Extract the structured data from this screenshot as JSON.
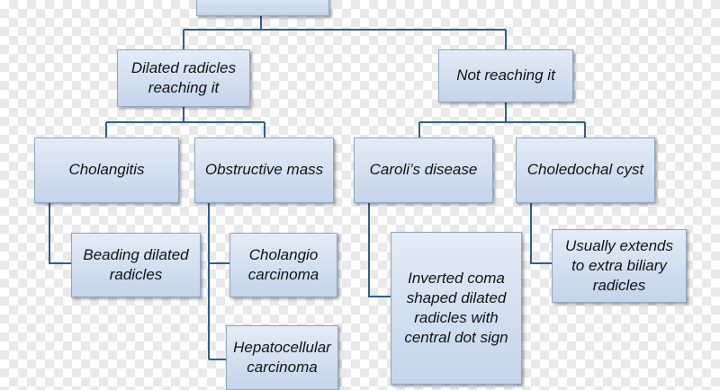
{
  "diagram": {
    "line_color": "#2f5f8a",
    "box_fill_top": "#e4ecf6",
    "box_fill_bottom": "#c4d4ea",
    "nodes": {
      "dilated": "Dilated radicles reaching it",
      "not_reaching": "Not reaching it",
      "cholangitis": "Cholangitis",
      "obstructive": "Obstructive mass",
      "caroli": "Caroli’s disease",
      "choledochal": "Choledochal cyst",
      "beading": "Beading dilated radicles",
      "cholangio": "Cholangio carcinoma",
      "hepato": "Hepatocellular carcinoma",
      "inverted_coma": "Inverted coma shaped dilated radicles with central dot sign",
      "extends": "Usually extends to extra biliary radicles"
    }
  }
}
